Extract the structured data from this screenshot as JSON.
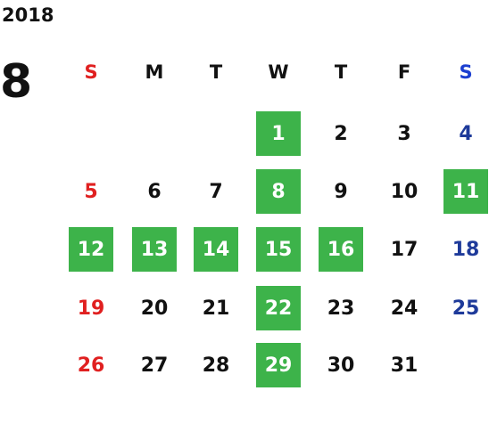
{
  "year": "2018",
  "month": "8",
  "weekdays": [
    "S",
    "M",
    "T",
    "W",
    "T",
    "F",
    "S"
  ],
  "weekday_colors": [
    "#e02020",
    "#111111",
    "#111111",
    "#111111",
    "#111111",
    "#111111",
    "#1c3fd0"
  ],
  "day_colors": {
    "sunday": "#e02020",
    "saturday": "#1e3a9a",
    "weekday": "#111111",
    "highlight_bg": "#3db34a",
    "highlight_text": "#ffffff"
  },
  "weeks": [
    [
      null,
      null,
      null,
      1,
      2,
      3,
      4
    ],
    [
      5,
      6,
      7,
      8,
      9,
      10,
      11
    ],
    [
      12,
      13,
      14,
      15,
      16,
      17,
      18
    ],
    [
      19,
      20,
      21,
      22,
      23,
      24,
      25
    ],
    [
      26,
      27,
      28,
      29,
      30,
      31,
      null
    ]
  ],
  "highlighted_days": [
    1,
    8,
    11,
    12,
    13,
    14,
    15,
    16,
    22,
    29
  ]
}
